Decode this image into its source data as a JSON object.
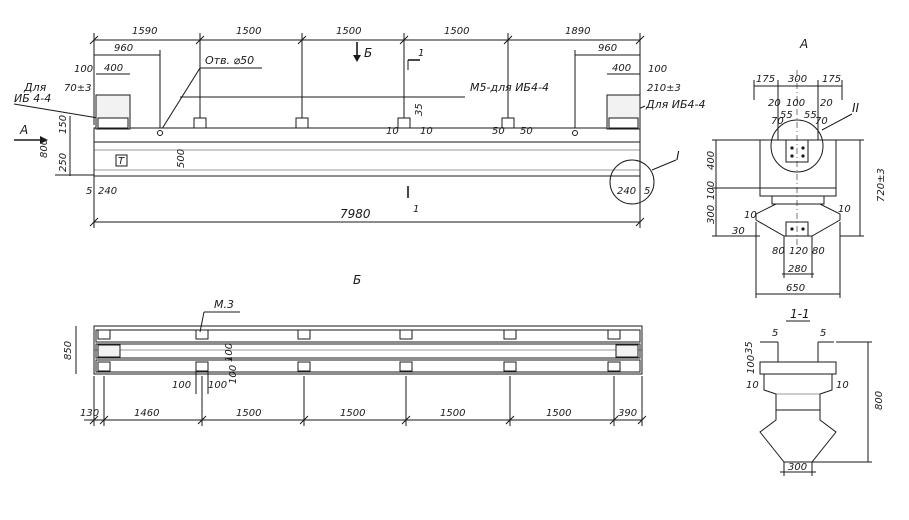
{
  "top_view": {
    "section_mark_b": "Б",
    "top_dims": [
      "1590",
      "1500",
      "1500",
      "1500",
      "1890"
    ],
    "left_960": "960",
    "right_960": "960",
    "left_400": "400",
    "right_400": "400",
    "left_100": "100",
    "right_100": "100",
    "hole_label": "Отв. ⌀50",
    "section_1_mark": "1",
    "left_dlya": "Для",
    "left_ib": "ИБ 4-4",
    "left_70": "70±3",
    "right_210": "210±3",
    "m5_label": "М5-для ИБ4-4",
    "right_dlya_ib": "Для ИБ4-4",
    "view_a_arrow": "А",
    "dim_150": "150",
    "dim_800": "800",
    "dim_250": "250",
    "dim_500": "500",
    "dim_35": "35",
    "dim_10a": "10",
    "dim_10b": "10",
    "dim_50a": "50",
    "dim_50b": "50",
    "dim_5_left": "5",
    "dim_240_left": "240",
    "dim_240_right": "240",
    "dim_5_right": "5",
    "node_1": "I",
    "total": "7980",
    "section_1_bottom": "1"
  },
  "plan_b": {
    "title": "Б",
    "m3": "М.3",
    "dim_850": "850",
    "dim_100a": "100",
    "dim_100b": "100",
    "dim_100c": "100",
    "dim_100d": "100",
    "bottom_dims": [
      "130",
      "1460",
      "1500",
      "1500",
      "1500",
      "1500",
      "390"
    ]
  },
  "view_a": {
    "title": "А",
    "top_dims": [
      "175",
      "300",
      "175"
    ],
    "d20a": "20",
    "d100": "100",
    "d20b": "20",
    "d55a": "55",
    "d55b": "55",
    "d70a": "70",
    "d70b": "70",
    "node_2": "II",
    "d400": "400",
    "d100b": "100",
    "d300": "300",
    "d720": "720±3",
    "d10a": "10",
    "d10b": "10",
    "d30": "30",
    "d80a": "80",
    "d120": "120",
    "d80b": "80",
    "d280": "280",
    "d650": "650"
  },
  "section_1_1": {
    "title": "1-1",
    "d5a": "5",
    "d5b": "5",
    "d100": "100",
    "d35": "35",
    "d10a": "10",
    "d10b": "10",
    "d800": "800",
    "d300": "300"
  }
}
